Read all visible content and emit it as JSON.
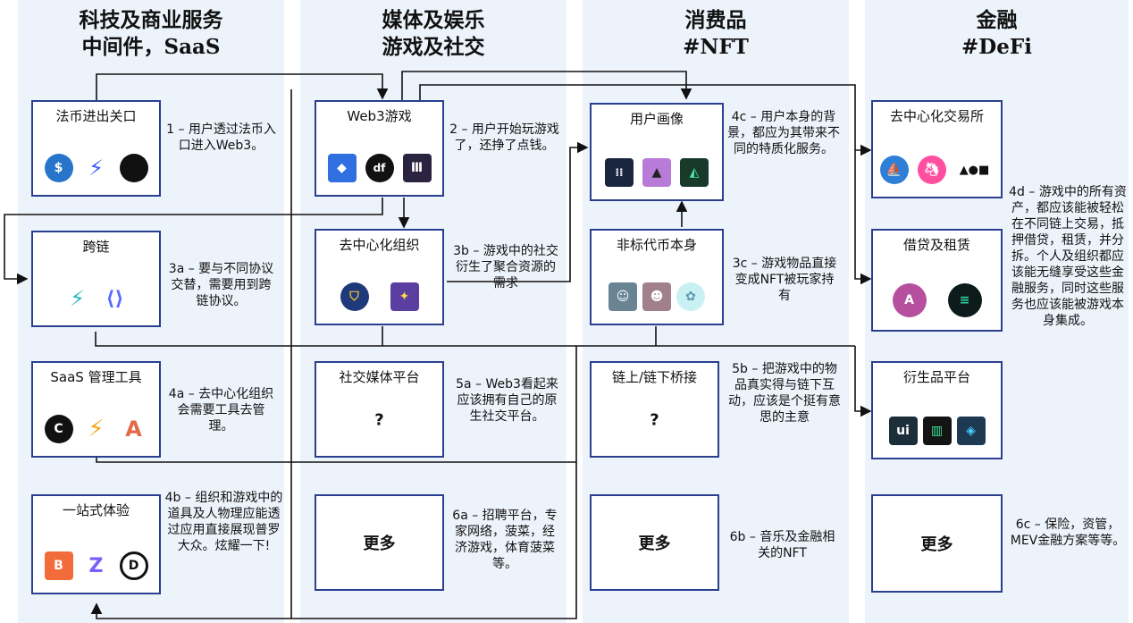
{
  "columns": [
    {
      "title": "科技及商业服务",
      "subtitle": "中间件，SaaS"
    },
    {
      "title": "媒体及娱乐",
      "subtitle": "游戏及社交"
    },
    {
      "title": "消费品",
      "subtitle": "#NFT"
    },
    {
      "title": "金融",
      "subtitle": "#DeFi"
    }
  ],
  "boxes": {
    "fiat": "法币进出关口",
    "bridge": "跨链",
    "saas": "SaaS 管理工具",
    "onestop": "一站式体验",
    "web3game": "Web3游戏",
    "dao": "去中心化组织",
    "social": "社交媒体平台",
    "social_q": "?",
    "more_media": "更多",
    "profile": "用户画像",
    "nft": "非标代币本身",
    "onoff": "链上/链下桥接",
    "onoff_q": "?",
    "more_consumer": "更多",
    "dex": "去中心化交易所",
    "lending": "借贷及租赁",
    "deriv": "衍生品平台",
    "more_finance": "更多"
  },
  "notes": {
    "n1": "1 – 用户透过法币入口进入Web3。",
    "n2": "2 – 用户开始玩游戏了，还挣了点钱。",
    "n3a": "3a – 要与不同协议交替，需要用到跨链协议。",
    "n3b": "3b – 游戏中的社交衍生了聚合资源的需求",
    "n3c": "3c – 游戏物品直接变成NFT被玩家持有",
    "n4a": "4a – 去中心化组织会需要工具去管理。",
    "n4b": "4b – 组织和游戏中的道具及人物理应能透过应用直接展现普罗大众。炫耀一下!",
    "n4c": "4c – 用户本身的背景，都应为其带来不同的特质化服务。",
    "n4d": "4d – 游戏中的所有资产，都应该能被轻松在不同链上交易，抵押借贷，租赁，并分拆。个人及组织都应该能无缝享受这些金融服务，同时这些服务也应该能被游戏本身集成。",
    "n5a": "5a – Web3看起来应该拥有自己的原生社交平台。",
    "n5b": "5b – 把游戏中的物品真实得与链下互动，应该是个挺有意思的主意",
    "n6a": "6a – 招聘平台，专家网络，菠菜，经济游戏，体育菠菜等。",
    "n6b": "6b – 音乐及金融相关的NFT",
    "n6c": "6c – 保险，资管，MEV金融方案等等。"
  },
  "icon_names": [
    "usdc-icon",
    "lightning-icon",
    "dot-icon",
    "bridge-icon",
    "link-icon",
    "circle-c-icon",
    "bolt-icon",
    "a-logo-icon",
    "b-logo-icon",
    "z-logo-icon",
    "d-logo-icon",
    "axie-icon",
    "df-icon",
    "trident-icon",
    "shield-icon",
    "sparkle-icon",
    "dots-icon",
    "hat-icon",
    "triangle-icon",
    "punk-icon",
    "ape-icon",
    "axolotl-icon",
    "boat-icon",
    "unicorn-icon",
    "shapes-icon",
    "aave-icon",
    "stack-icon",
    "u-logo-icon",
    "door-icon",
    "cube-icon"
  ],
  "colors": {
    "border": "#2a3f8f",
    "column_bg": "#edf3fb",
    "line": "#111111"
  }
}
